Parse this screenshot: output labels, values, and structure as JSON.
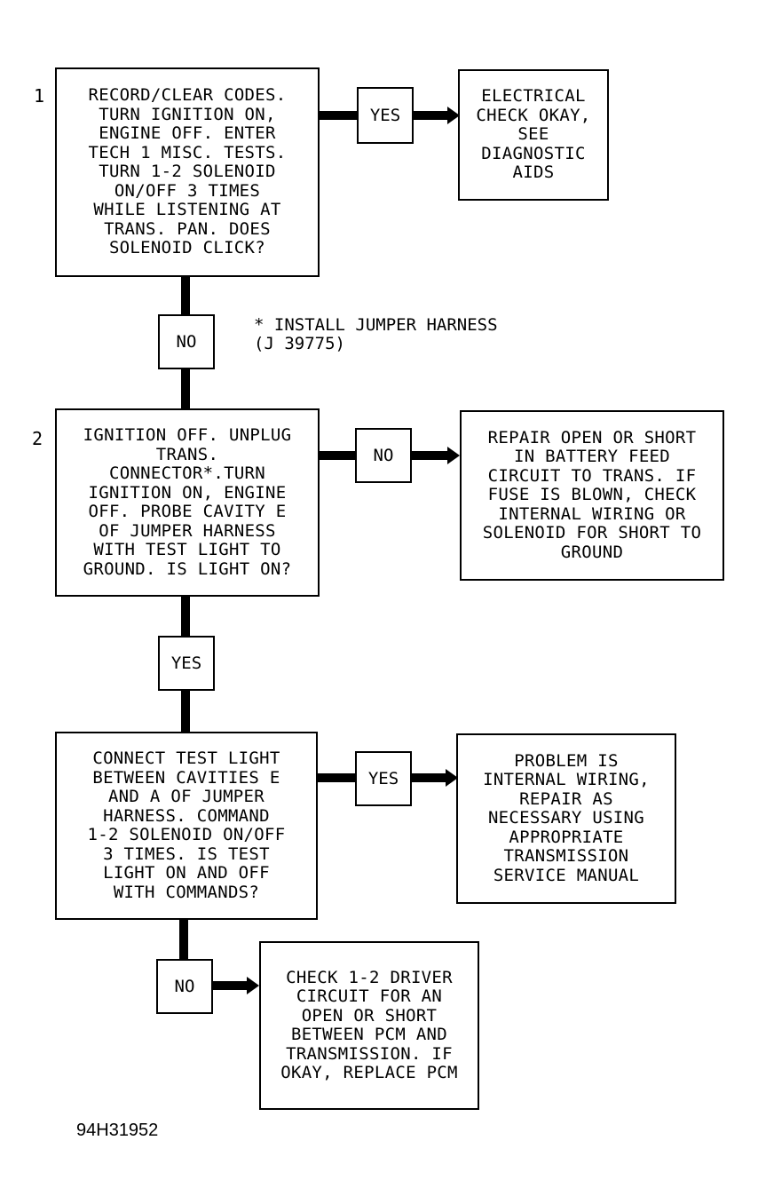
{
  "steps": [
    {
      "number": "1",
      "question": "RECORD/CLEAR CODES.\nTURN IGNITION ON,\nENGINE OFF. ENTER\nTECH 1 MISC. TESTS.\nTURN 1-2 SOLENOID\nON/OFF 3 TIMES\nWHILE LISTENING AT\nTRANS. PAN. DOES\nSOLENOID CLICK?"
    },
    {
      "number": "2",
      "question": "IGNITION OFF. UNPLUG\nTRANS.\nCONNECTOR*.TURN\nIGNITION ON, ENGINE\nOFF. PROBE CAVITY E\nOF JUMPER HARNESS\nWITH TEST LIGHT TO\nGROUND. IS LIGHT ON?"
    },
    {
      "number": "",
      "question": "CONNECT TEST LIGHT\nBETWEEN CAVITIES E\nAND A OF JUMPER\nHARNESS. COMMAND\n1-2 SOLENOID ON/OFF\n3 TIMES. IS TEST\nLIGHT ON AND OFF\nWITH COMMANDS?"
    }
  ],
  "results": [
    "ELECTRICAL\nCHECK OKAY,\nSEE\nDIAGNOSTIC\nAIDS",
    "REPAIR OPEN OR SHORT\nIN BATTERY FEED\nCIRCUIT TO TRANS. IF\nFUSE IS BLOWN, CHECK\nINTERNAL WIRING OR\nSOLENOID FOR SHORT TO\nGROUND",
    "PROBLEM IS\nINTERNAL WIRING,\nREPAIR AS\nNECESSARY USING\nAPPROPRIATE\nTRANSMISSION\nSERVICE MANUAL",
    "CHECK 1-2 DRIVER\nCIRCUIT FOR AN\nOPEN OR SHORT\nBETWEEN PCM AND\nTRANSMISSION. IF\nOKAY, REPLACE PCM"
  ],
  "decisions": {
    "d1_right": "YES",
    "d1_down": "NO",
    "d2_right": "NO",
    "d2_down": "YES",
    "d3_right": "YES",
    "d3_down": "NO"
  },
  "note": "* INSTALL JUMPER HARNESS\n(J 39775)",
  "figure_id": "94H31952"
}
